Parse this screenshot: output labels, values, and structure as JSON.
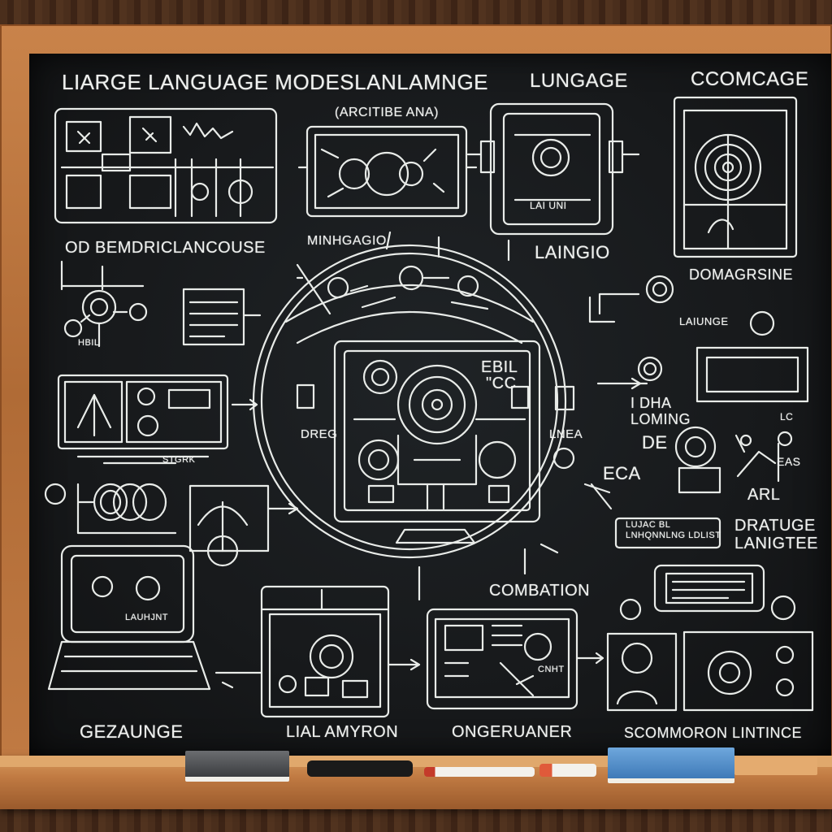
{
  "labels": {
    "title": "LIARGE LANGUAGE MODESLANLAMNGE",
    "top_center": "LUNGAGE",
    "top_right": "CCOMCAGE",
    "arch": "(ARCITIBE ANA)",
    "left_mid": "OD BEMDRICLANCOUSE",
    "minhgig": "MINHGAGIO",
    "laingo": "LAINGIO",
    "domager": "DOMAGRSINE",
    "lalnge": "LAIUNGE",
    "ebil": "EBIL\n \"CC",
    "dhna": "I DHA\nLOMING",
    "de": "DE",
    "eca": "ECA",
    "arl": "ARL",
    "drafuge": "DRATUGE\nLANIGTEE",
    "combation": "COMBATION",
    "lujac": "LUJAC BL\nLNHQNNLNG LDLIST",
    "stgrk": "STGRK",
    "gezaunge": "GEZAUNGE",
    "lial": "LIAL AMYRON",
    "onger": "ONGERUANER",
    "scomm": "SCOMMORON LINTINCE",
    "lai_small": "LAI UNI",
    "e_lc": "LC",
    "eas": "EAS",
    "hbil": "HBIL",
    "lauhjnt": "LAUHJNT",
    "dreg": "DREG",
    "lnea": "LNEA",
    "cnht": "CNHT"
  },
  "colors": {
    "chalk": "#eef0ee",
    "board": "#17191b",
    "frame": "#c07a43"
  }
}
